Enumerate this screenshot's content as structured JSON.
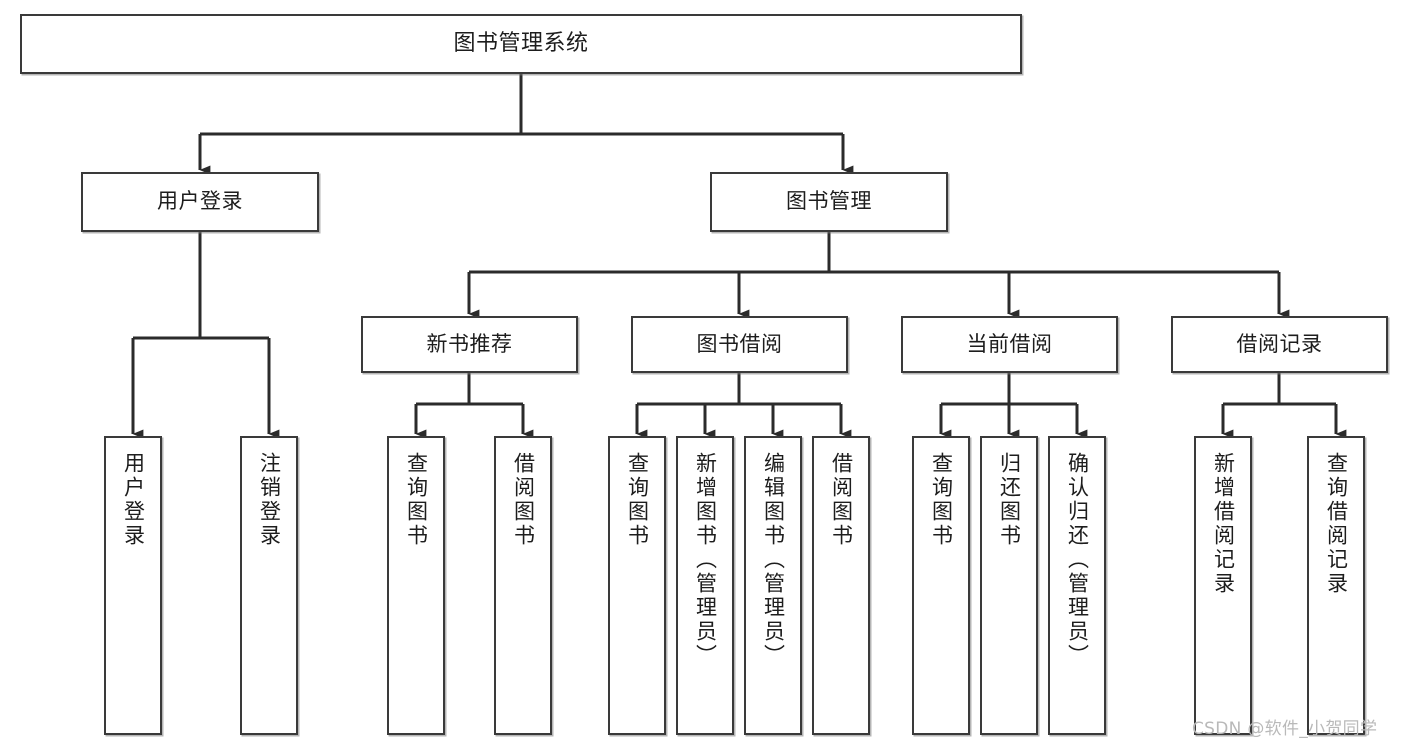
{
  "diagram": {
    "title": "图书管理系统",
    "type": "tree-hierarchy-chart",
    "watermark": "CSDN @软件_小贺同学",
    "colors": {
      "background": "#ffffff",
      "box_border": "#3a3a3a",
      "box_fill": "#ffffff",
      "text": "#1d1d1d",
      "connector": "#2b2b2b",
      "watermark": "#b9b9b9"
    },
    "levels": {
      "root": {
        "label": "图书管理系统"
      },
      "level2": [
        {
          "id": "user-login",
          "label": "用户登录"
        },
        {
          "id": "book-management",
          "label": "图书管理"
        }
      ],
      "level3": [
        {
          "id": "new-book-recommend",
          "label": "新书推荐"
        },
        {
          "id": "book-borrow",
          "label": "图书借阅"
        },
        {
          "id": "current-borrow",
          "label": "当前借阅"
        },
        {
          "id": "borrow-record",
          "label": "借阅记录"
        }
      ],
      "leaves": [
        {
          "id": "leaf-user-login",
          "label": "用户登录",
          "parent": "user-login"
        },
        {
          "id": "leaf-logout-login",
          "label": "注销登录",
          "parent": "user-login"
        },
        {
          "id": "leaf-query-book-1",
          "label": "查询图书",
          "parent": "new-book-recommend"
        },
        {
          "id": "leaf-borrow-book-1",
          "label": "借阅图书",
          "parent": "new-book-recommend"
        },
        {
          "id": "leaf-query-book-2",
          "label": "查询图书",
          "parent": "book-borrow"
        },
        {
          "id": "leaf-add-book",
          "label": "新增图书（管理员）",
          "parent": "book-borrow"
        },
        {
          "id": "leaf-edit-book",
          "label": "编辑图书（管理员）",
          "parent": "book-borrow"
        },
        {
          "id": "leaf-borrow-book-2",
          "label": "借阅图书",
          "parent": "book-borrow"
        },
        {
          "id": "leaf-query-book-3",
          "label": "查询图书",
          "parent": "current-borrow"
        },
        {
          "id": "leaf-return-book",
          "label": "归还图书",
          "parent": "current-borrow"
        },
        {
          "id": "leaf-confirm-return",
          "label": "确认归还（管理员）",
          "parent": "current-borrow"
        },
        {
          "id": "leaf-add-borrow-record",
          "label": "新增借阅记录",
          "parent": "borrow-record"
        },
        {
          "id": "leaf-query-borrow-record",
          "label": "查询借阅记录",
          "parent": "borrow-record"
        }
      ]
    }
  }
}
